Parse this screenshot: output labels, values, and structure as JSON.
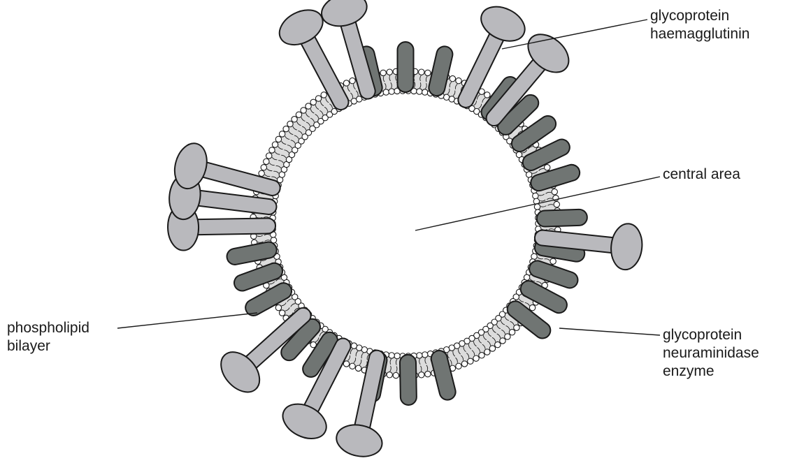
{
  "labels": {
    "haemagglutinin": [
      "glycoprotein",
      "haemagglutinin"
    ],
    "central_area": "central area",
    "phospholipid": [
      "phospholipid",
      "bilayer"
    ],
    "neuraminidase": [
      "glycoprotein",
      "neuraminidase",
      "enzyme"
    ]
  },
  "colors": {
    "haemagglutinin_fill": "#b9b9bd",
    "neuraminidase_fill": "#707573",
    "outline": "#1a1a1a",
    "background": "#ffffff"
  }
}
